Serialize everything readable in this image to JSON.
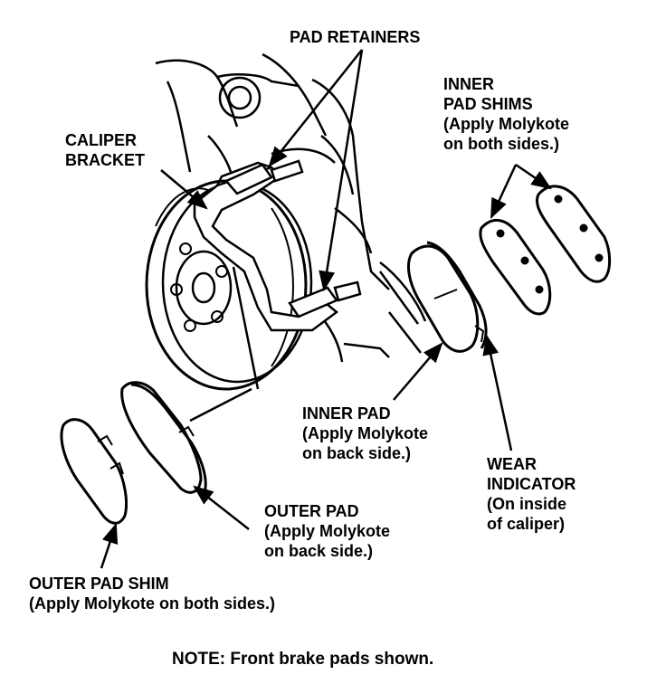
{
  "labels": {
    "pad_retainers": "PAD RETAINERS",
    "inner_pad_shims": [
      "INNER",
      "PAD SHIMS",
      "(Apply Molykote",
      "on both sides.)"
    ],
    "caliper_bracket": [
      "CALIPER",
      "BRACKET"
    ],
    "inner_pad": [
      "INNER PAD",
      "(Apply Molykote",
      "on back side.)"
    ],
    "wear_indicator": [
      "WEAR",
      "INDICATOR",
      "(On inside",
      "of caliper)"
    ],
    "outer_pad": [
      "OUTER PAD",
      "(Apply Molykote",
      "on back side.)"
    ],
    "outer_pad_shim": [
      "OUTER PAD SHIM",
      "(Apply Molykote on both sides.)"
    ]
  },
  "note": "NOTE: Front brake pads shown."
}
